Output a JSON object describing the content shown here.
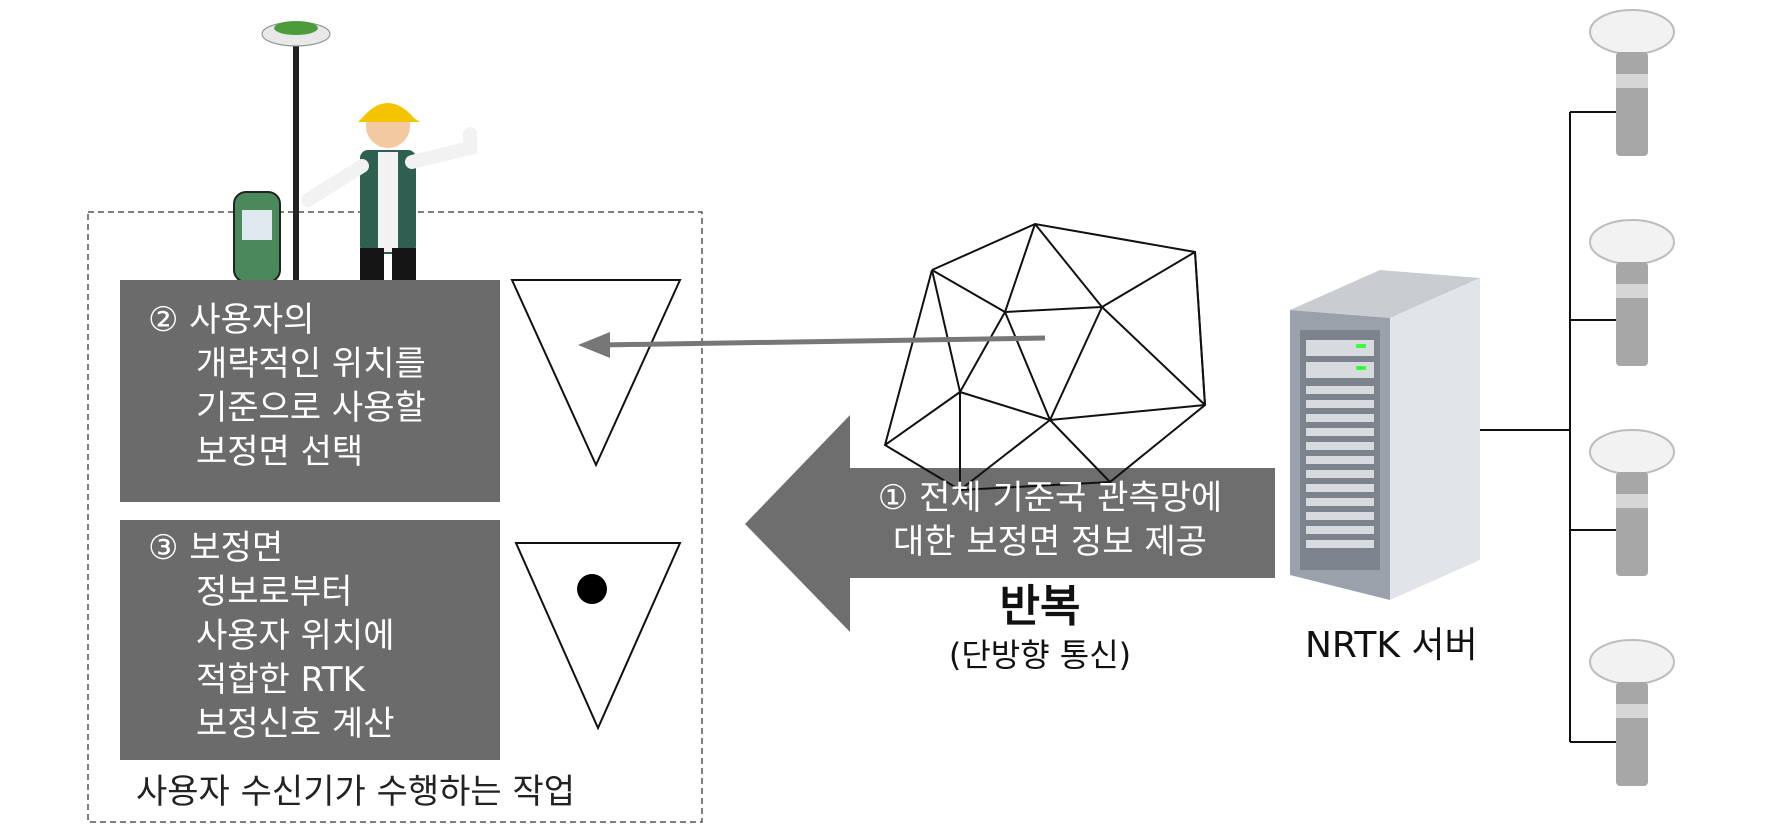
{
  "step2": {
    "lines": [
      "② 사용자의",
      "개략적인 위치를",
      "기준으로 사용할",
      "보정면 선택"
    ]
  },
  "step3": {
    "lines": [
      "③ 보정면",
      "정보로부터",
      "사용자 위치에",
      "적합한 RTK",
      "보정신호 계산"
    ]
  },
  "step1": {
    "lines": [
      "① 전체 기준국 관측망에",
      "대한 보정면 정보 제공"
    ]
  },
  "receiver_caption": "사용자 수신기가 수행하는 작업",
  "repeat": {
    "title": "반복",
    "subtitle": "(단방향 통신)"
  },
  "server_label": "NRTK 서버",
  "colors": {
    "box_gray": "#6b6b6b",
    "arrow_gray": "#6e6e6e",
    "line_gray": "#777777"
  },
  "icons": [
    "surveyor-with-gnss-rover-icon",
    "triangulated-network-mesh-icon",
    "server-tower-icon",
    "gnss-reference-antenna-icon"
  ]
}
